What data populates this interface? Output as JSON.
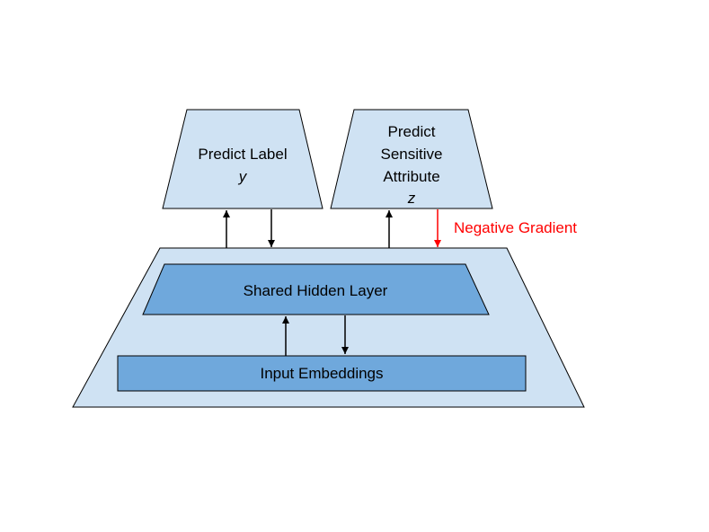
{
  "colors": {
    "light_fill": "#cfe2f3",
    "mid_fill": "#6fa8dc",
    "stroke": "#000000",
    "negative": "#ff0000"
  },
  "predict_label": {
    "line1": "Predict Label",
    "line2": "y"
  },
  "predict_sensitive": {
    "line1": "Predict",
    "line2": "Sensitive",
    "line3": "Attribute",
    "line4": "z"
  },
  "negative_gradient": "Negative Gradient",
  "shared_hidden_layer": "Shared Hidden Layer",
  "input_embeddings": "Input Embeddings"
}
